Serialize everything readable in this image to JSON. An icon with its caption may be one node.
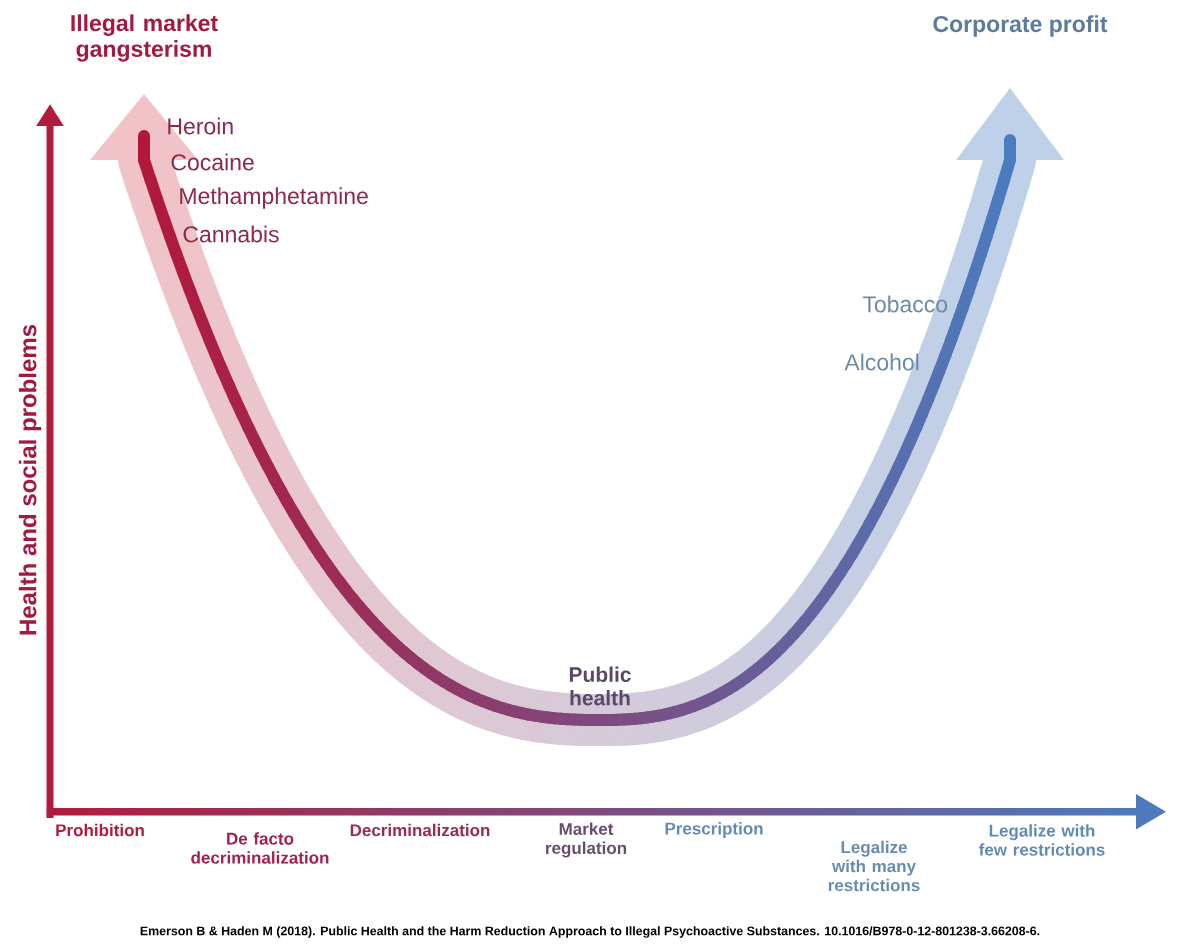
{
  "diagram": {
    "caption": "Emerson B & Haden M (2018). Public Health and the Harm Reduction Approach to Illegal Psychoactive Substances. 10.1016/B978-0-12-801238-3.66208-6.",
    "labels": [
      "Illegal market gangsterism",
      "Corporate profit",
      "Heroin",
      "Cocaine",
      "Methamphetamine",
      "Cannabis",
      "Tobacco",
      "Alcohol",
      "Health and social problems",
      "Public health",
      "Prohibition",
      "De facto decriminalization",
      "Decriminalization",
      "Market regulation",
      "Prescription",
      "Legalize with many restrictions",
      "Legalize with few restrictions"
    ]
  }
}
